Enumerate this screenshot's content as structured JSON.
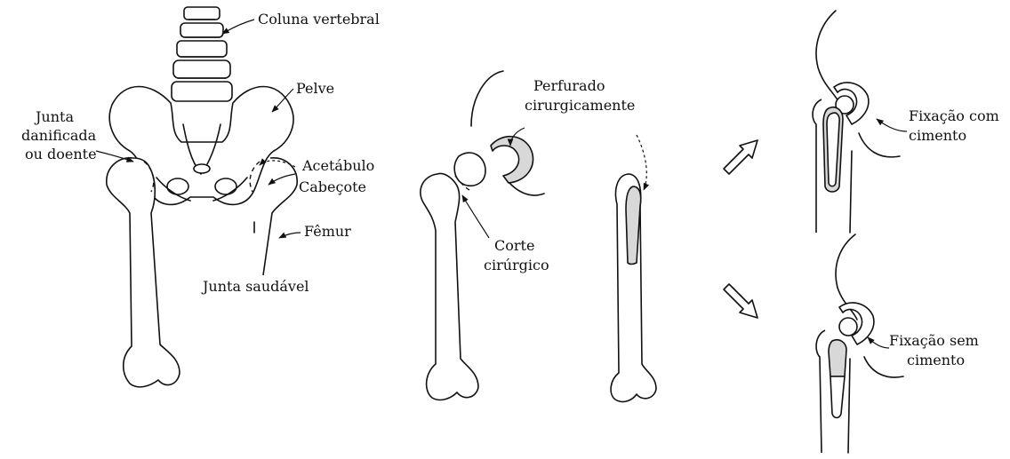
{
  "labels": {
    "coluna": "Coluna vertebral",
    "pelve": "Pelve",
    "junta_line1": "Junta",
    "junta_line2": "danificada",
    "junta_line3": "ou doente",
    "acetabulo": "Acetábulo",
    "cabecote": "Cabeçote",
    "femur": "Fêmur",
    "junta_saudavel": "Junta saudável",
    "perfurado_line1": "Perfurado",
    "perfurado_line2": "cirurgicamente",
    "corte_line1": "Corte",
    "corte_line2": "cirúrgico",
    "fix_com_line1": "Fixação com",
    "fix_com_line2": "cimento",
    "fix_sem_line1": "Fixação sem",
    "fix_sem_line2": "cimento"
  },
  "colors": {
    "line": "#111111",
    "shaded": "#d8d8d8",
    "background": "#ffffff"
  }
}
